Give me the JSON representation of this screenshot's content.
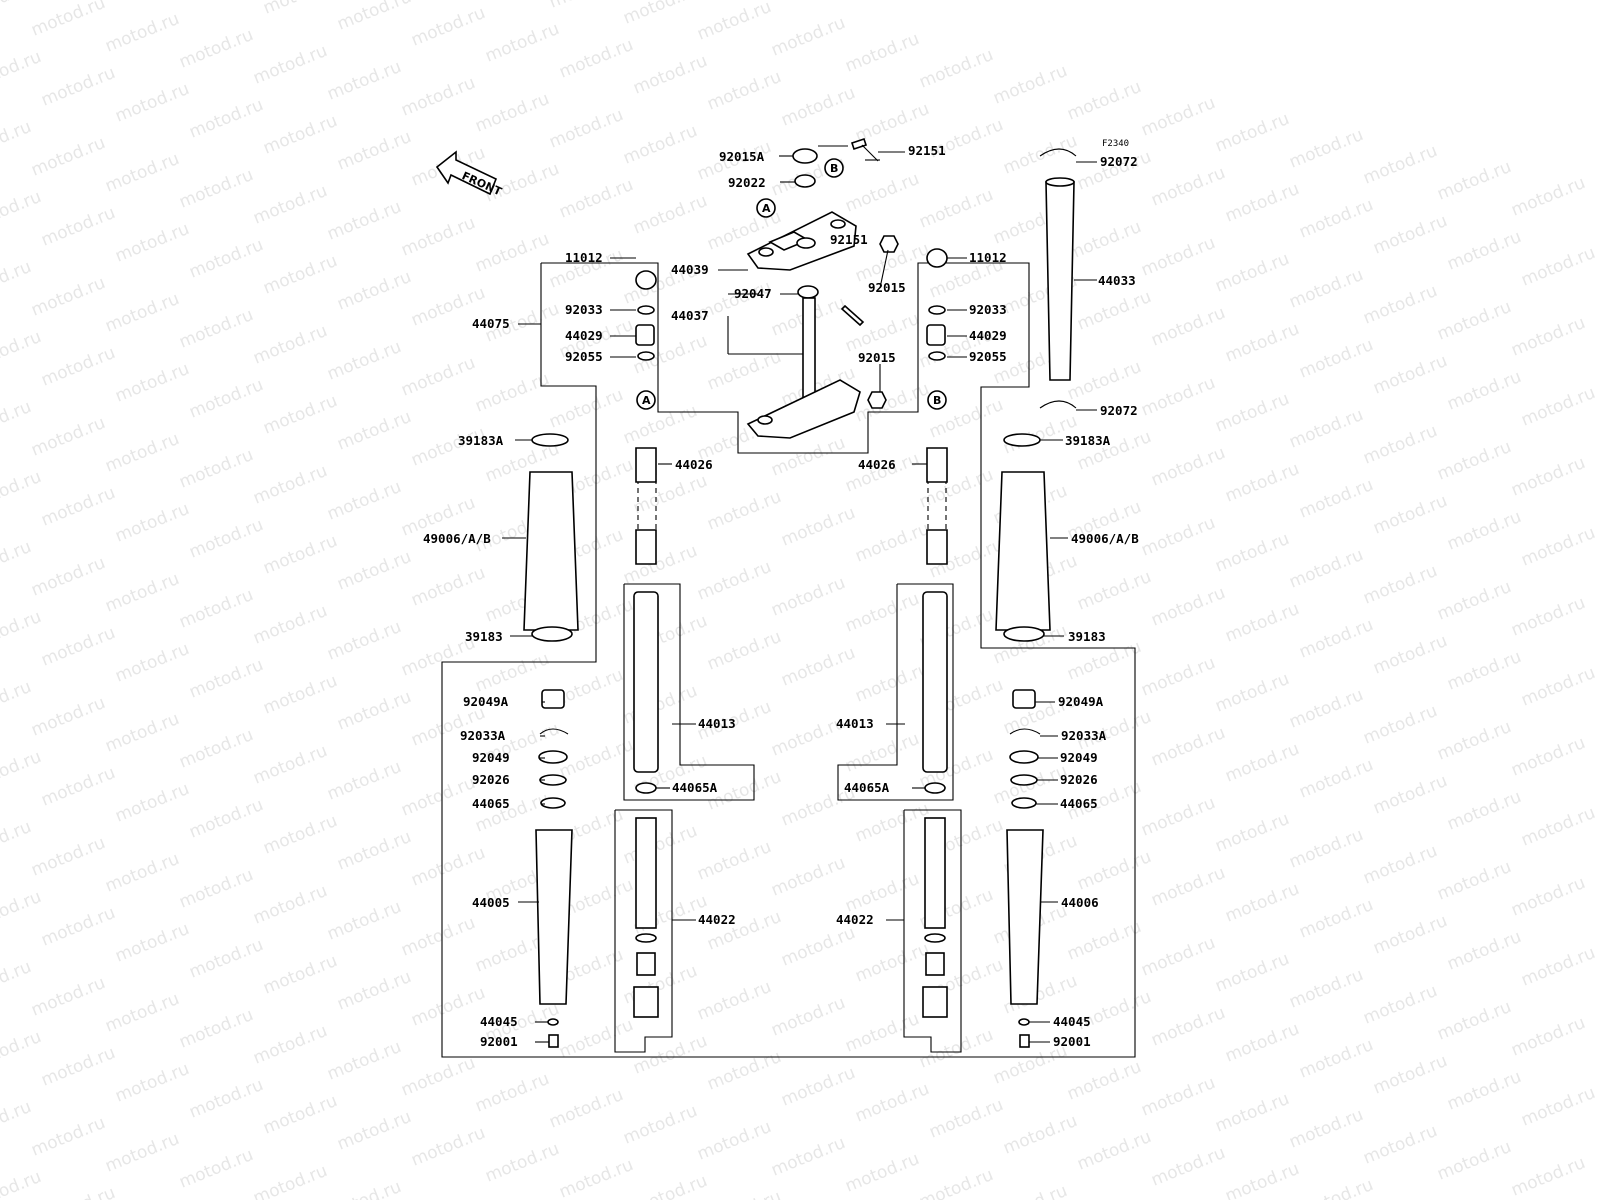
{
  "diagram": {
    "ref_code": "F2340",
    "watermark": "motod.ru",
    "front_label": "FRONT",
    "refs": [
      "A",
      "B"
    ],
    "labels": {
      "p92015A": "92015A",
      "p92151_top": "92151",
      "p92022": "92022",
      "p92072_top": "92072",
      "p44039": "44039",
      "p92015_a": "92015",
      "p92151_mid": "92151",
      "p44033": "44033",
      "p92047": "92047",
      "p44037": "44037",
      "p92015_b": "92015",
      "p11012_l": "11012",
      "p92033_l": "92033",
      "p44029_l": "44029",
      "p92055_l": "92055",
      "p44075": "44075",
      "p11012_r": "11012",
      "p92033_r": "92033",
      "p44029_r": "44029",
      "p92055_r": "92055",
      "p92072_mid": "92072",
      "p39183A_l": "39183A",
      "p39183A_r": "39183A",
      "p44026_l": "44026",
      "p44026_r": "44026",
      "p49006_l": "49006/A/B",
      "p49006_r": "49006/A/B",
      "p39183_l": "39183",
      "p39183_r": "39183",
      "p92049A_l": "92049A",
      "p92049A_r": "92049A",
      "p44013_l": "44013",
      "p44013_r": "44013",
      "p92033A_l": "92033A",
      "p92033A_r": "92033A",
      "p92049_l": "92049",
      "p92049_r": "92049",
      "p92026_l": "92026",
      "p92026_r": "92026",
      "p44065A_l": "44065A",
      "p44065A_r": "44065A",
      "p44065_l": "44065",
      "p44065_r": "44065",
      "p44005": "44005",
      "p44006": "44006",
      "p44022_l": "44022",
      "p44022_r": "44022",
      "p44045_l": "44045",
      "p44045_r": "44045",
      "p92001_l": "92001",
      "p92001_r": "92001"
    }
  }
}
